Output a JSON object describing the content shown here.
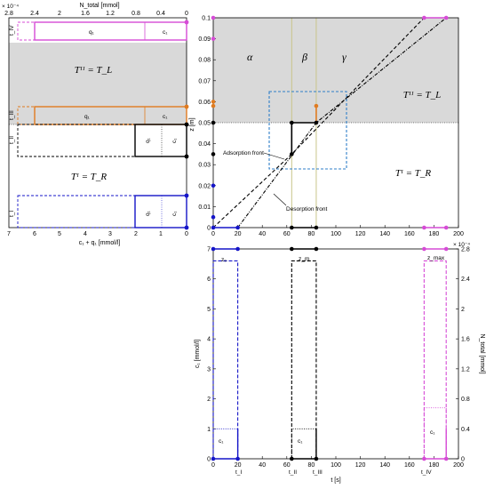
{
  "colors": {
    "magenta": "#d64bd6",
    "orange": "#e07b20",
    "blue": "#1515c8",
    "purple": "#6a1fb0",
    "dash_box": "#2f7fc8",
    "shade": "#d9d9d9",
    "olive": "#c9c58a"
  },
  "left_panel": {
    "top_axis_label": "N_total [mmol]",
    "top_ticks": [
      "2.8",
      "2.4",
      "2",
      "1.6",
      "1.2",
      "0.8",
      "0.4",
      "0"
    ],
    "exponent": "× 10⁻⁴",
    "bottom_ticks": [
      "7",
      "6",
      "5",
      "4",
      "3",
      "2",
      "1",
      "0"
    ],
    "bottom_axis_label": "c₁ + q₁ [mmol/l]",
    "region_top": "Tᴵᴵ = T_L",
    "region_bottom": "Tᴵ = T_R",
    "row_labels": [
      "t_IV",
      "t_III",
      "t_II",
      "t_I"
    ],
    "cell_q": "q₁",
    "cell_c": "c₁"
  },
  "zt_panel": {
    "ylabel": "z [m]",
    "y_ticks": [
      "0",
      "0.01",
      "0.02",
      "0.03",
      "0.04",
      "0.05",
      "0.06",
      "0.07",
      "0.08",
      "0.09",
      "0.1"
    ],
    "x_ticks": [
      "0",
      "20",
      "40",
      "60",
      "80",
      "100",
      "120",
      "140",
      "160",
      "180",
      "200"
    ],
    "greek_labels": [
      "α",
      "β",
      "γ"
    ],
    "region_top": "Tᴵᴵ = T_L",
    "region_bottom": "Tᴵ = T_R",
    "adsorption_label": "Adsorption front",
    "desorption_label": "Desorption front"
  },
  "ct_panel": {
    "ylabel_left": "c₁ [mmol/l]",
    "ylabel_right": "N_total [mmol]",
    "y_ticks_left": [
      "0",
      "1",
      "2",
      "3",
      "4",
      "5",
      "6",
      "7"
    ],
    "y_ticks_right": [
      "0",
      "0.4",
      "0.8",
      "1.2",
      "1.6",
      "2",
      "2.4",
      "2.8"
    ],
    "right_exponent": "× 10⁻⁴",
    "x_ticks": [
      "0",
      "20",
      "40",
      "60",
      "80",
      "100",
      "120",
      "140",
      "160",
      "180",
      "200"
    ],
    "xlabel": "t [s]",
    "z_labels": [
      "z₀",
      "z_m",
      "z_max"
    ],
    "time_labels": [
      "t_I",
      "t_II",
      "t_III",
      "t_IV"
    ],
    "cell_c": "c₁"
  },
  "chart_data": [
    {
      "type": "line",
      "title": "",
      "xlabel": "t [s]",
      "ylabel": "z [m]",
      "xlim": [
        0,
        200
      ],
      "ylim": [
        0,
        0.1
      ],
      "grid": false,
      "series": [
        {
          "name": "Adsorption front",
          "x": [
            0,
            64,
            172
          ],
          "y": [
            0,
            0.035,
            0.1
          ]
        },
        {
          "name": "Desorption front",
          "x": [
            20,
            84,
            190
          ],
          "y": [
            0,
            0.05,
            0.1
          ]
        }
      ],
      "shaded_band": {
        "y_from": 0.05,
        "y_to": 0.1
      },
      "vertical_markers_t": [
        64,
        84
      ]
    },
    {
      "type": "line",
      "title": "",
      "xlabel": "t [s]",
      "ylabel": "c₁ [mmol/l]",
      "ylabel_right": "N_total [mmol]",
      "xlim": [
        0,
        200
      ],
      "ylim": [
        0,
        7
      ],
      "ylim_right": [
        0,
        0.00028
      ],
      "series": [
        {
          "name": "c₁ at z₀",
          "x": [
            0,
            0,
            20,
            20
          ],
          "y": [
            0,
            1,
            1,
            0
          ]
        },
        {
          "name": "N_total at z₀",
          "x": [
            0,
            0,
            20,
            20
          ],
          "y": [
            0,
            6.6,
            6.6,
            0
          ]
        },
        {
          "name": "c₁ at z_m",
          "x": [
            64,
            64,
            84,
            84
          ],
          "y": [
            0,
            1,
            1,
            0
          ]
        },
        {
          "name": "N_total at z_m",
          "x": [
            64,
            64,
            84,
            84
          ],
          "y": [
            0,
            6.6,
            6.6,
            0
          ]
        },
        {
          "name": "c₁ at z_max",
          "x": [
            172,
            172,
            190,
            190
          ],
          "y": [
            0,
            1.7,
            1.7,
            0
          ]
        },
        {
          "name": "N_total at z_max",
          "x": [
            172,
            172,
            190,
            190
          ],
          "y": [
            0,
            6.6,
            6.6,
            0
          ]
        }
      ]
    }
  ]
}
